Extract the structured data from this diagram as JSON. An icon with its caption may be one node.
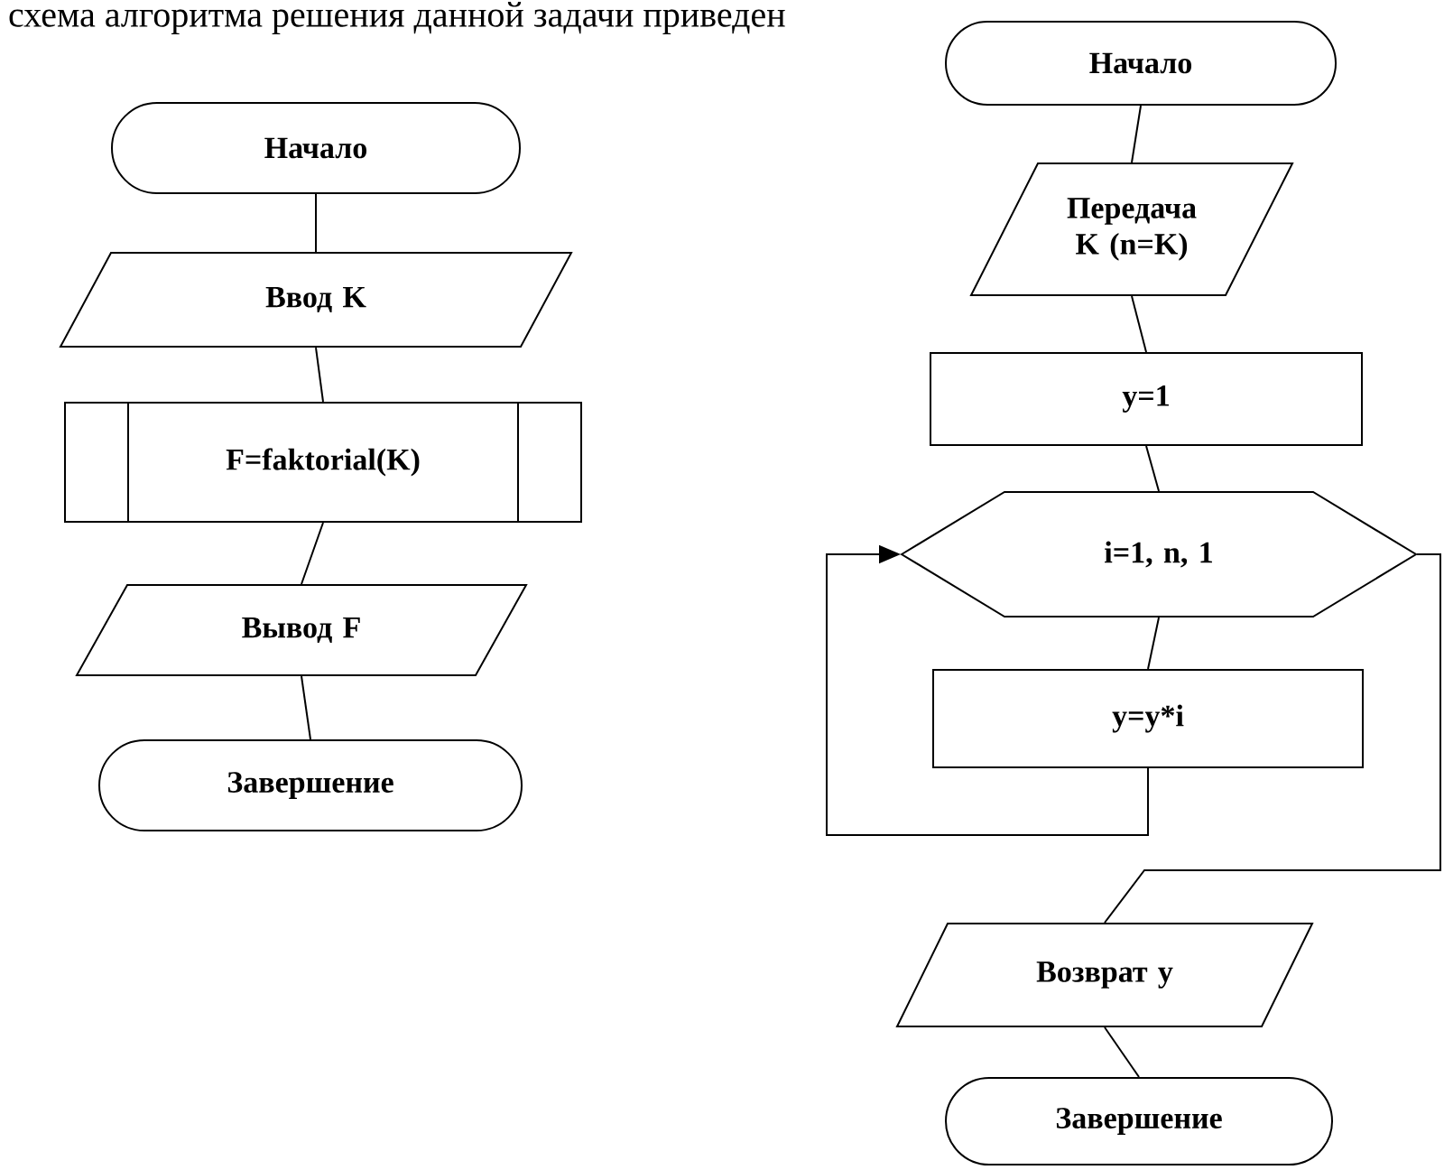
{
  "diagram": {
    "nodes": [
      {
        "text": [
          "Начало"
        ]
      },
      {
        "text": [
          "Ввод  K"
        ]
      },
      {
        "text": [
          "F=faktorial(K)"
        ]
      },
      {
        "text": [
          "Вывод  F"
        ]
      },
      {
        "text": [
          "Завершение"
        ]
      },
      {
        "text": [
          "Начало"
        ]
      },
      {
        "text": [
          "Передача  K (n=K)"
        ]
      },
      {
        "text": [
          "y=1"
        ]
      },
      {
        "text": [
          "i=1, n, 1"
        ]
      },
      {
        "text": [
          "y=y*i"
        ]
      },
      {
        "text": [
          "Возврат  y"
        ]
      },
      {
        "text": [
          "Завершение"
        ]
      }
    ],
    "edges": [
      {
        "from": 0,
        "to": 1,
        "arrow": "none"
      },
      {
        "from": 1,
        "to": 2,
        "arrow": "none"
      },
      {
        "from": 2,
        "to": 3,
        "arrow": "none"
      },
      {
        "from": 3,
        "to": 4,
        "arrow": "none"
      },
      {
        "from": 5,
        "to": 6,
        "arrow": "none"
      },
      {
        "from": 6,
        "to": 7,
        "arrow": "none"
      },
      {
        "from": 7,
        "to": 8,
        "arrow": "none"
      },
      {
        "from": 8,
        "to": 9,
        "arrow": "none"
      },
      {
        "from": 9,
        "to": 8,
        "arrow": "to"
      },
      {
        "from": 8,
        "to": 10,
        "arrow": "none"
      },
      {
        "from": 10,
        "to": 11,
        "arrow": "none"
      }
    ],
    "labels": [
      "схема алгоритма решения данной задачи приведен"
    ]
  }
}
